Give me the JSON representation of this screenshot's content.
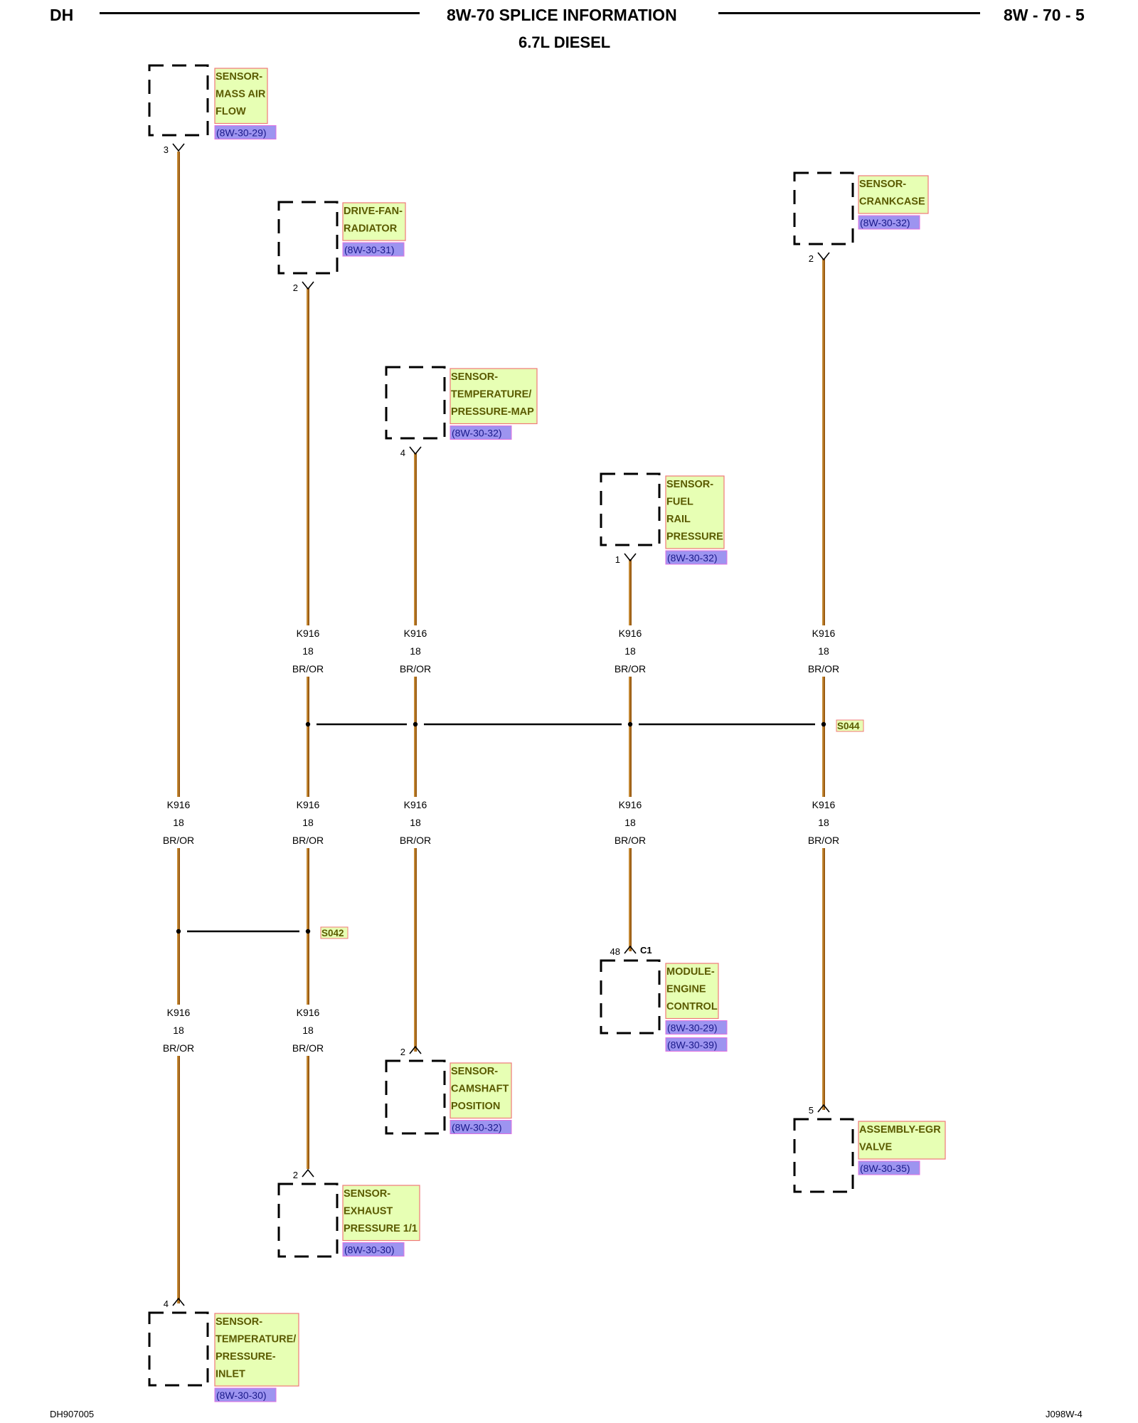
{
  "header": {
    "left": "DH",
    "title": "8W-70 SPLICE INFORMATION",
    "subtitle": "6.7L DIESEL",
    "page_ref": "8W - 70 - 5"
  },
  "footer": {
    "left": "DH907005",
    "right": "J098W-4"
  },
  "wire": {
    "circuit": "K916",
    "gauge": "18",
    "color": "BR/OR",
    "color_hex": "#9a5b12"
  },
  "splices": {
    "s044": "S044",
    "s042": "S042"
  },
  "components": [
    {
      "id": "maf",
      "name_lines": [
        "SENSOR-",
        "MASS AIR",
        "FLOW"
      ],
      "refs": [
        "(8W-30-29)"
      ],
      "pin": "3"
    },
    {
      "id": "fan",
      "name_lines": [
        "DRIVE-FAN-",
        "RADIATOR"
      ],
      "refs": [
        "(8W-30-31)"
      ],
      "pin": "2"
    },
    {
      "id": "map",
      "name_lines": [
        "SENSOR-",
        "TEMPERATURE/",
        "PRESSURE-MAP"
      ],
      "refs": [
        "(8W-30-32)"
      ],
      "pin": "4"
    },
    {
      "id": "frp",
      "name_lines": [
        "SENSOR-",
        "FUEL",
        "RAIL",
        "PRESSURE"
      ],
      "refs": [
        "(8W-30-32)"
      ],
      "pin": "1"
    },
    {
      "id": "crank",
      "name_lines": [
        "SENSOR-",
        "CRANKCASE"
      ],
      "refs": [
        "(8W-30-32)"
      ],
      "pin": "2"
    },
    {
      "id": "ecm",
      "name_lines": [
        "MODULE-",
        "ENGINE",
        "CONTROL"
      ],
      "refs": [
        "(8W-30-29)",
        "(8W-30-39)"
      ],
      "pin": "48",
      "connector": "C1"
    },
    {
      "id": "cam",
      "name_lines": [
        "SENSOR-",
        "CAMSHAFT",
        "POSITION"
      ],
      "refs": [
        "(8W-30-32)"
      ],
      "pin": "2"
    },
    {
      "id": "egr",
      "name_lines": [
        "ASSEMBLY-EGR",
        "VALVE"
      ],
      "refs": [
        "(8W-30-35)"
      ],
      "pin": "5"
    },
    {
      "id": "exh",
      "name_lines": [
        "SENSOR-",
        "EXHAUST",
        "PRESSURE 1/1"
      ],
      "refs": [
        "(8W-30-30)"
      ],
      "pin": "2"
    },
    {
      "id": "inlet",
      "name_lines": [
        "SENSOR-",
        "TEMPERATURE/",
        "PRESSURE-",
        "INLET"
      ],
      "refs": [
        "(8W-30-30)"
      ],
      "pin": "4"
    }
  ]
}
